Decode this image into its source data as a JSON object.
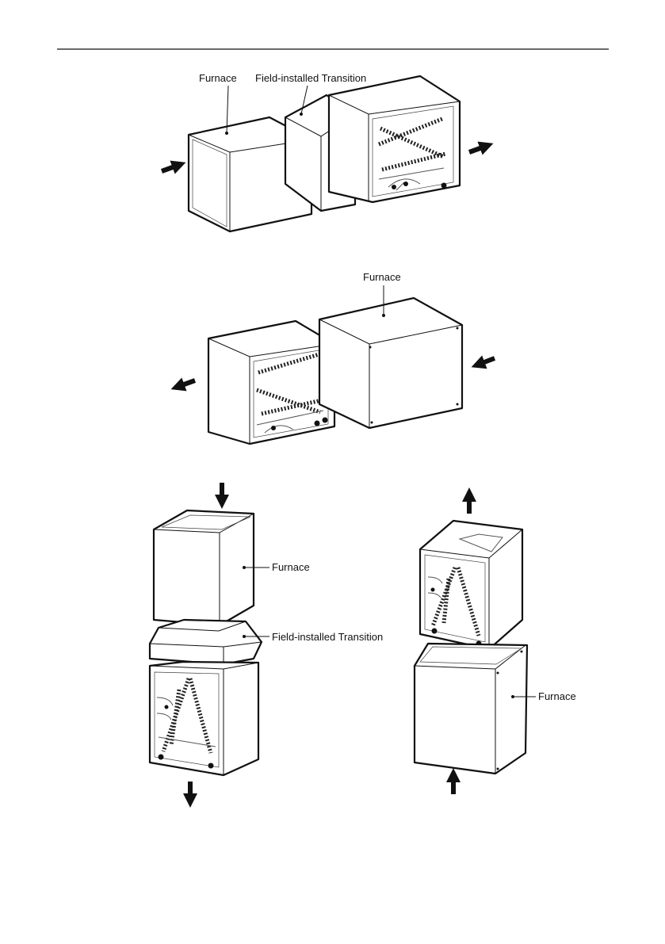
{
  "labels": {
    "top_furnace": "Furnace",
    "top_transition": "Field-installed Transition",
    "middle_furnace": "Furnace",
    "bottom_left_furnace": "Furnace",
    "bottom_left_transition": "Field-installed Transition",
    "bottom_right_furnace": "Furnace"
  },
  "airflow": {
    "top": "left-to-right",
    "middle": "right-to-left",
    "bottom_left": "downflow",
    "bottom_right": "upflow"
  },
  "colors": {
    "line": "#111111",
    "background": "#ffffff"
  }
}
